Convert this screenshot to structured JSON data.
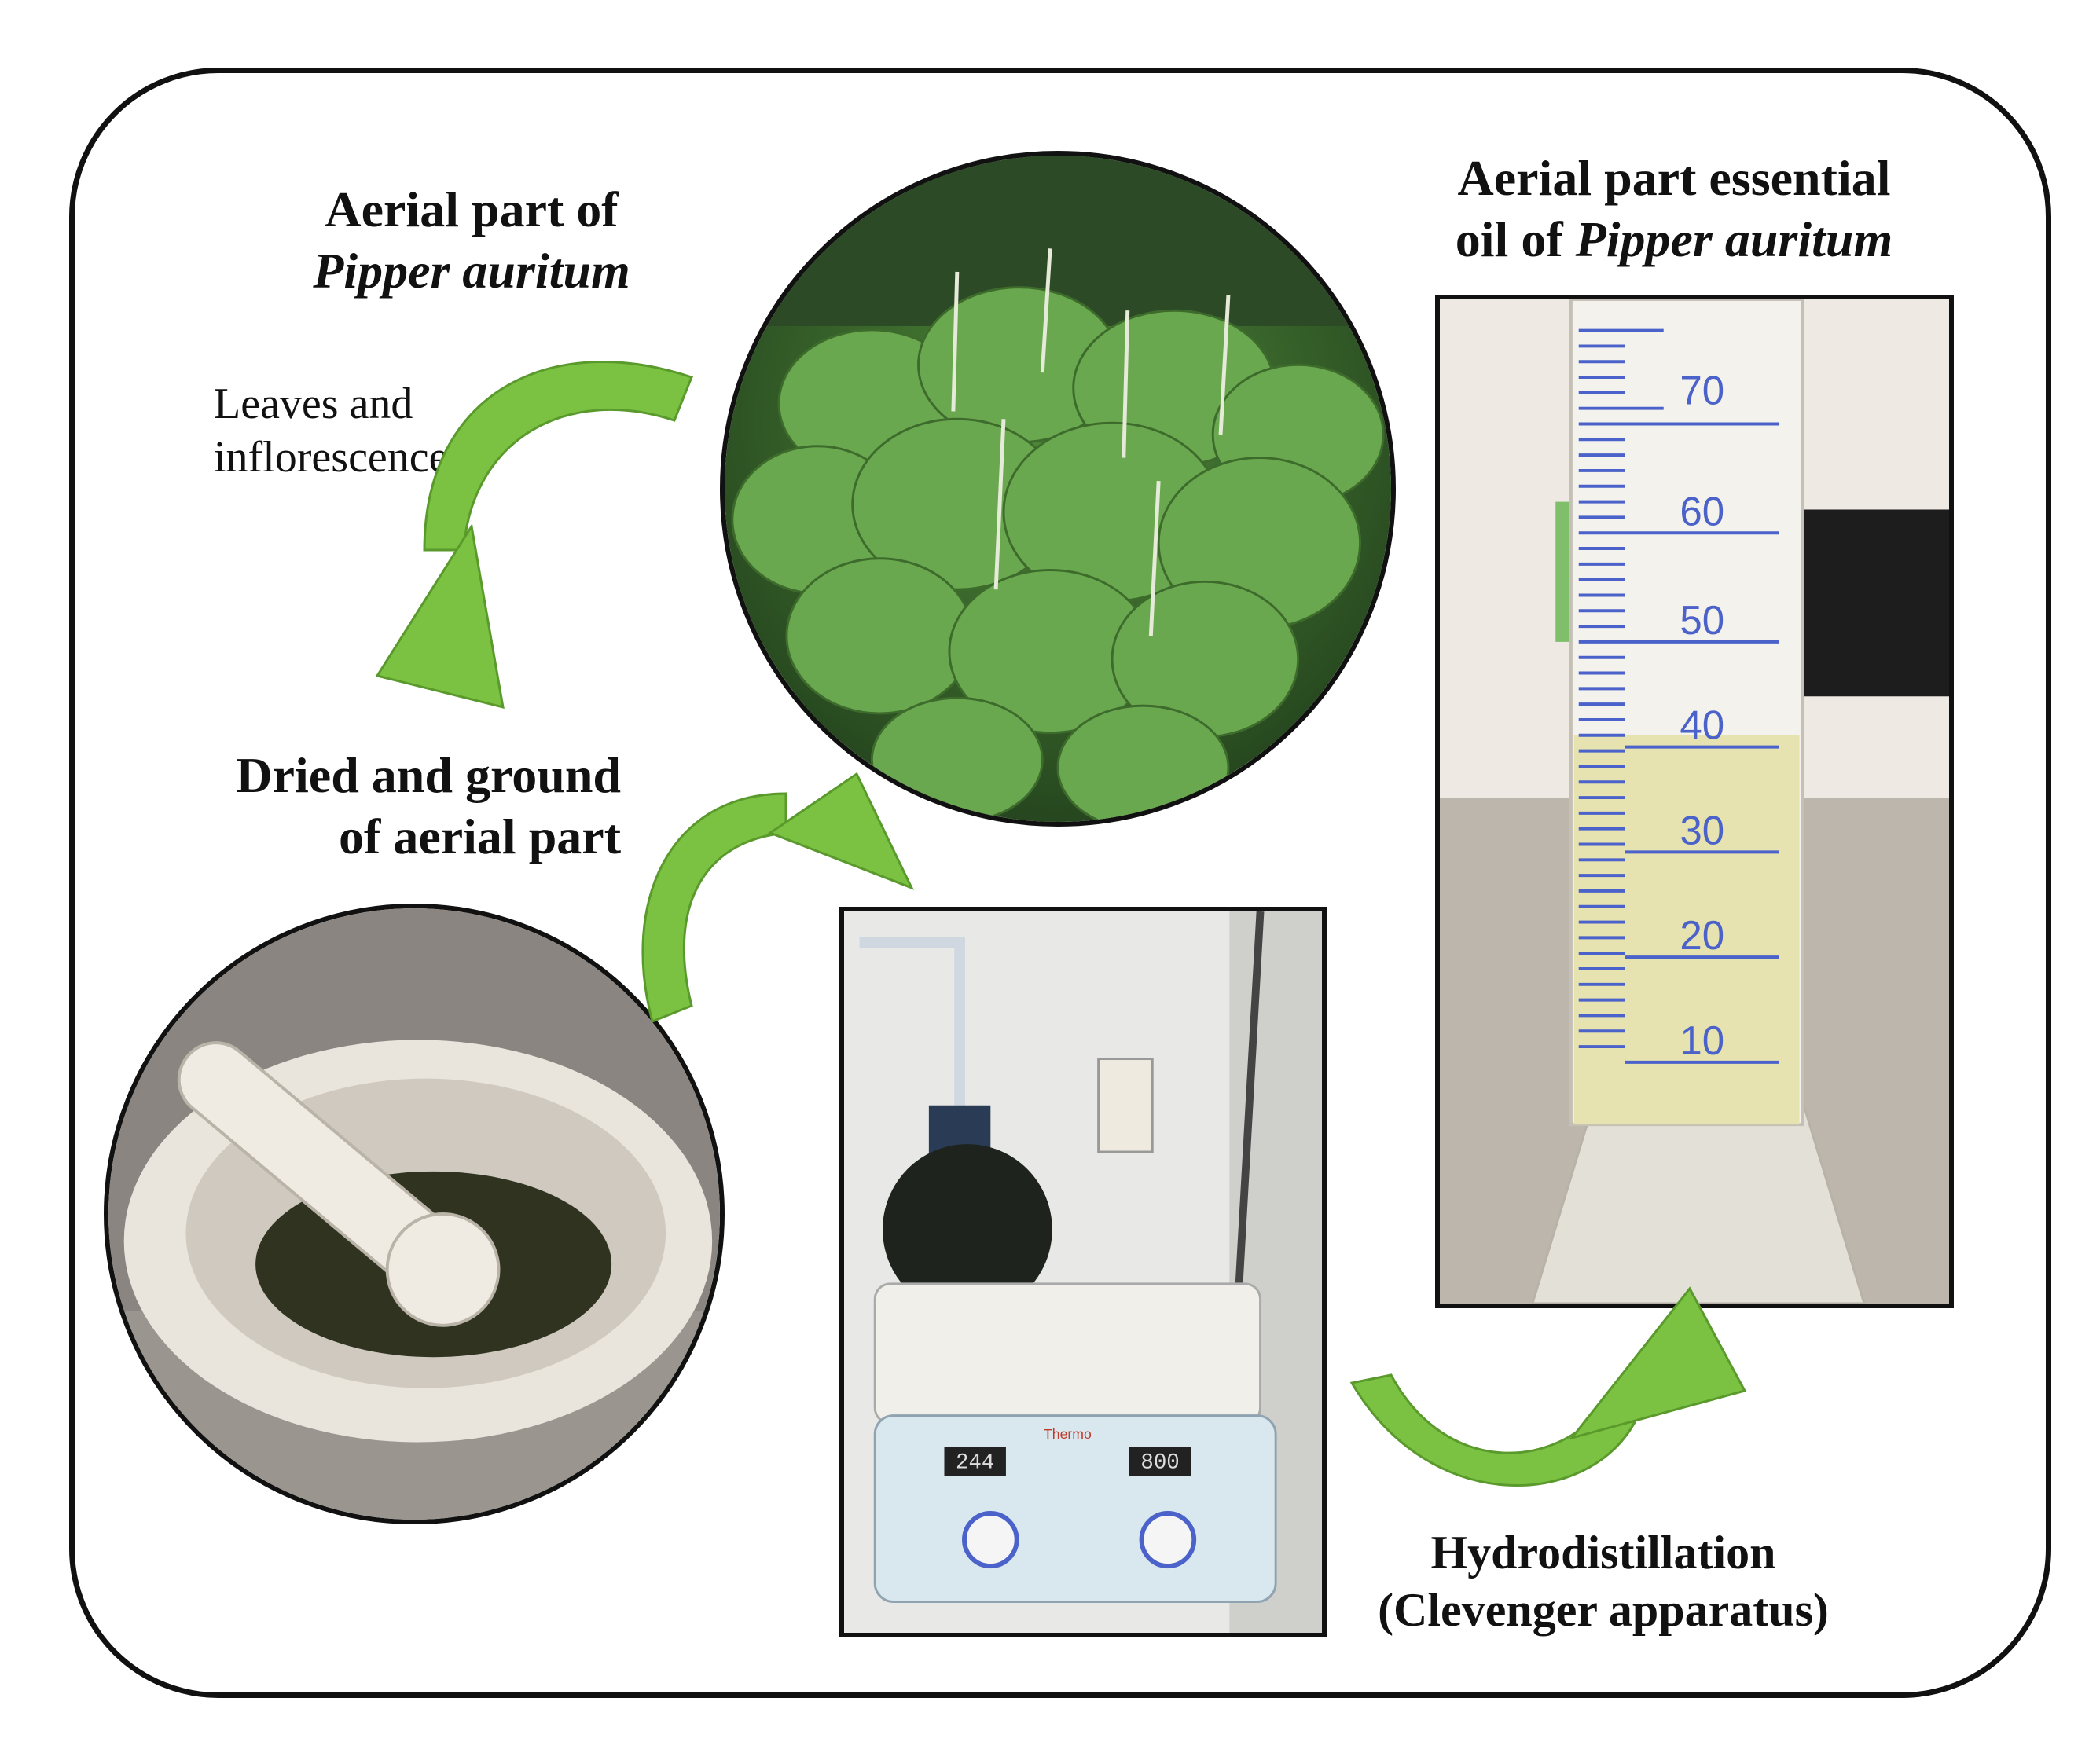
{
  "labels": {
    "aerial_title_line1": "Aerial part of",
    "aerial_title_line2": "Pipper auritum",
    "leaves_line1": "Leaves and",
    "leaves_line2": "inflorescences",
    "dried_line1": "Dried and ground",
    "dried_line2": "of aerial part",
    "oil_line1": "Aerial part essential",
    "oil_line2_prefix": "oil of ",
    "oil_line2_species": "Pipper auritum",
    "hydro_line1": "Hydrodistillation",
    "hydro_line2": "(Clevenger apparatus)"
  },
  "cylinder": {
    "graduations": [
      "70",
      "60",
      "50",
      "40",
      "30",
      "20",
      "10"
    ]
  },
  "hotplate": {
    "left_display": "244",
    "right_display": "800",
    "brand": "Thermo"
  },
  "colors": {
    "arrow_green": "#7cc242",
    "arrow_dark": "#5a9a2c",
    "frame": "#111111",
    "graduation_blue": "#4a62c9"
  }
}
